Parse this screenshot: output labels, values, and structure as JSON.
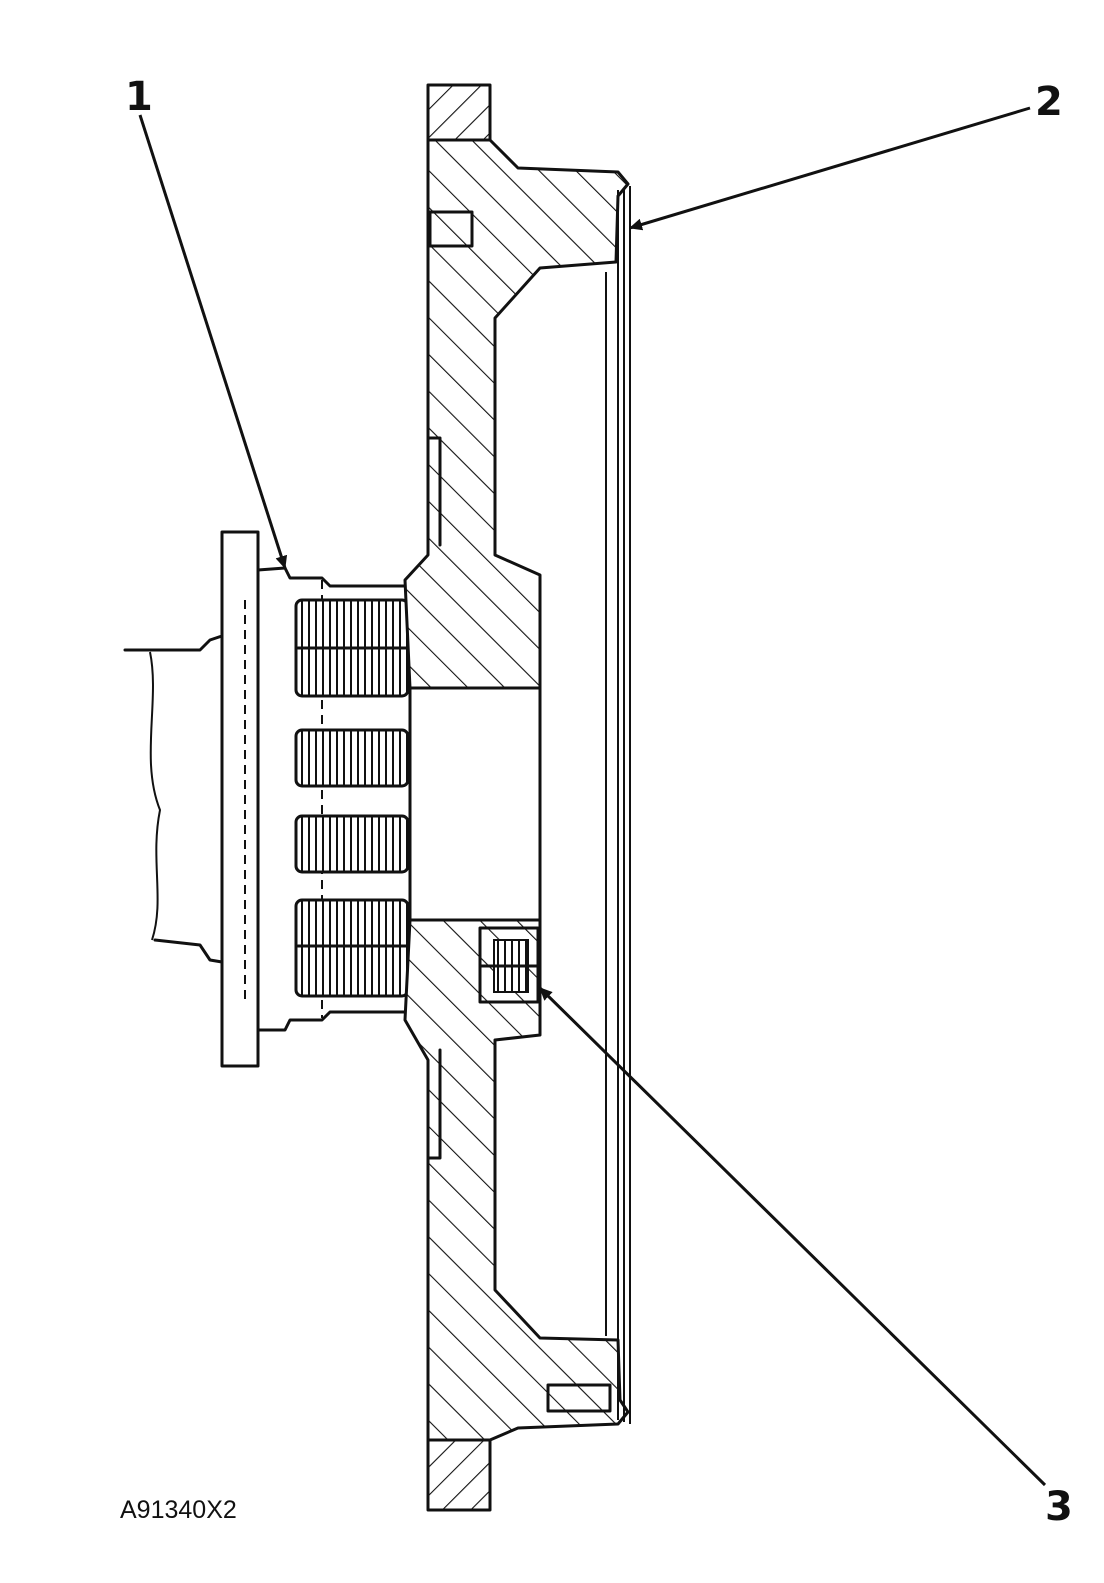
{
  "callouts": [
    {
      "id": "1",
      "label": "1"
    },
    {
      "id": "2",
      "label": "2"
    },
    {
      "id": "3",
      "label": "3"
    }
  ],
  "figure_code": "A91340X2",
  "colors": {
    "ink": "#111111",
    "paper": "#ffffff"
  }
}
